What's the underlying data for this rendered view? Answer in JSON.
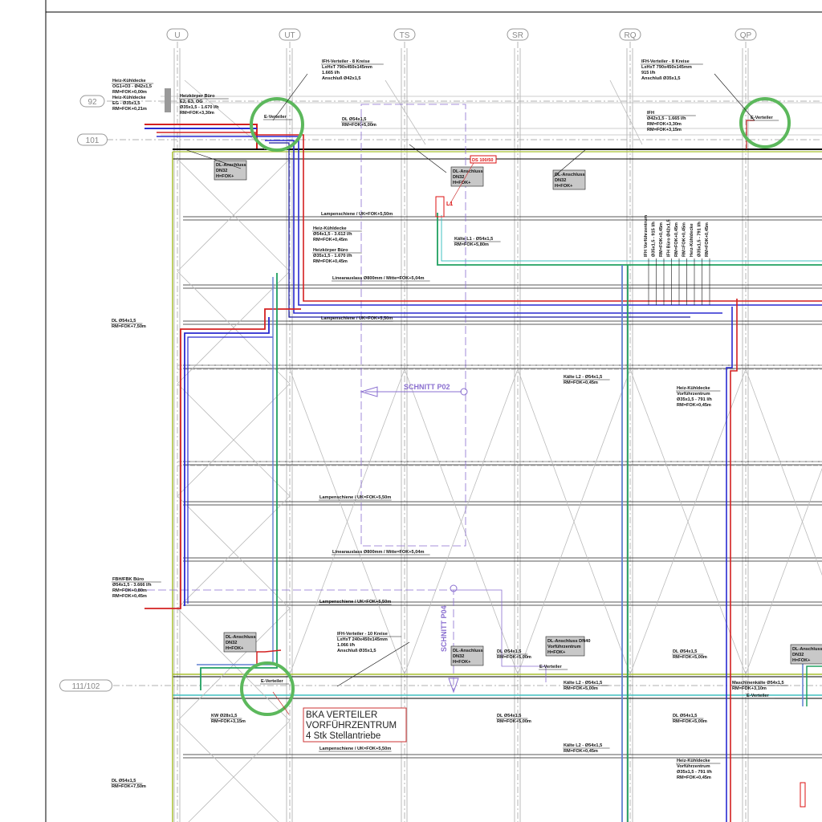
{
  "axes_columns": [
    "U",
    "UT",
    "TS",
    "SR",
    "RQ",
    "QP"
  ],
  "axes_rows": [
    "92",
    "101",
    "111/102"
  ],
  "notes": [
    [
      "Heiz-Kühldecke",
      "OG1+O3 - Ø42x1,5",
      "RM=FOK+0,00m",
      "Heiz-Kühldecke",
      "EG - Ø35x1,5",
      "RM=FOK+0,21m"
    ],
    [
      "Heizkörper Büro",
      "E2, E3, OG",
      "Ø35x1,5 - 1.670 l/h",
      "RM=FOK+3,30m"
    ],
    [
      "IFH-Verteiler - 8 Kreise",
      "LxHxT 790x450x145mm",
      "1.665 l/h",
      "Anschluß Ø42x1,5"
    ],
    [
      "E-Verteiler"
    ],
    [
      "DL Ø54x1,5",
      "RM=FOK+5,00m"
    ],
    [
      "IFH-Verteiler - 8 Kreise",
      "LxHxT 790x450x145mm",
      "915 l/h",
      "Anschluß Ø35x1,5"
    ],
    [
      "IFH",
      "Ø42x1,5 - 1.665 l/h",
      "RM=FOK+3,30m",
      "RM=FOK+3,15m"
    ],
    [
      "E-Verteiler"
    ],
    [
      "Lampenschiene / UK=FOK+5,50m"
    ],
    [
      "Heiz-Kühldecke",
      "Ø54x1,5 - 3.612 l/h",
      "RM=FOK+0,45m"
    ],
    [
      "Heizkörper Büro",
      "Ø35x1,5 - 1.670 l/h",
      "RM=FOK+0,45m"
    ],
    [
      "Kälte L1 - Ø54x1,5",
      "RM=FOK+5,80m"
    ],
    [
      "Linearauslass Ø800mm / Mitte=FOK+5,04m"
    ],
    [
      "Lampenschiene / UK=FOK+5,50m"
    ],
    [
      "DL Ø54x1,5",
      "RM=FOK+7,50m"
    ],
    [
      "Kälte L2 - Ø54x1,5",
      "RM=FOK+0,45m"
    ],
    [
      "Heiz-Kühldecke",
      "Vorführzentrum",
      "Ø35x1,5 - 791 l/h",
      "RM=FOK+0,45m"
    ],
    [
      "Lampenschiene / UK=FOK+5,50m"
    ],
    [
      "Linearauslass Ø800mm / Mitte=FOK+5,04m"
    ],
    [
      "FBH/FBK Büro",
      "Ø54x1,5 - 3.666 l/h",
      "RM=FOK+0,80m",
      "RM=FOK+0,45m"
    ],
    [
      "Lampenschiene / UK=FOK+5,50m"
    ],
    [
      "IFH-Verteiler - 10 Kreise",
      "LxHxT 240x450x145mm",
      "1.066 l/h",
      "Anschluß Ø35x1,5"
    ],
    [
      "DL Ø54x1,5",
      "RM=FOK+5,00m"
    ],
    [
      "DL Ø54x1,5",
      "RM=FOK+5,00m"
    ],
    [
      "E-Verteiler"
    ],
    [
      "Kälte L2 - Ø54x1,5",
      "RM=FOK+5,00m"
    ],
    [
      "Maschinenkälte Ø54x1,5",
      "RM=FOK+3,10m"
    ],
    [
      "E-Verteiler"
    ],
    [
      "E-Verteiler"
    ],
    [
      "KW Ø28x1,5",
      "RM=FOK+3,15m"
    ],
    [
      "DL Ø54x1,5",
      "RM=FOK+5,00m"
    ],
    [
      "DL Ø54x1,5",
      "RM=FOK+5,00m"
    ],
    [
      "Lampenschiene / UK=FOK+5,50m"
    ],
    [
      "Kälte L2 - Ø54x1,5",
      "RM=FOK+0,45m"
    ],
    [
      "Heiz-Kühldecke",
      "Vorführzentrum",
      "Ø35x1,5 - 791 l/h",
      "RM=FOK+0,45m"
    ],
    [
      "DL Ø54x1,5",
      "RM=FOK+7,50m"
    ]
  ],
  "boxes": [
    [
      "DL-Anschluss",
      "DN32",
      "H=FOK+"
    ],
    [
      "DL-Anschluss",
      "DN32",
      "H=FOK+"
    ],
    [
      "DL-Anschluss",
      "DN32",
      "H=FOK+"
    ],
    [
      "DL-Anschluss",
      "DN32",
      "H=FOK+"
    ],
    [
      "DL-Anschluss",
      "DN32",
      "H=FOK+"
    ],
    [
      "DL-Anschluss DN40",
      "Vorführzentrum",
      "H=FOK+"
    ],
    [
      "DL-Anschluss",
      "DN32",
      "H=FOK+"
    ]
  ],
  "vertical_notes": [
    "IFH Vorführzentrum",
    "Ø35x1,5 - 915 l/h",
    "RM=FOK+0,45m",
    "IFH Büro Ø42x1,5",
    "RM=FOK+0,45m",
    "RM=FOK+0,45m",
    "Heiz-Kühldecke",
    "Ø35x1,5 - 791 l/h",
    "RM=FOK+0,45m"
  ],
  "tag_red": "DS 100/50",
  "l1_label": "L1",
  "section_p02": "SCHNITT P02",
  "section_p04": "SCHNITT P04",
  "bka_box": [
    "BKA VERTEILER",
    "VORFÜHRZENTRUM",
    "4 Stk Stellantriebe"
  ],
  "colors": {
    "heating": "#d42020",
    "return": "#2a2ad0",
    "cooling": "#20a060",
    "cooling_return": "#6080d0",
    "highlight": "#5cb85c",
    "section": "#8a6fd0",
    "beam": "#a8c030"
  }
}
